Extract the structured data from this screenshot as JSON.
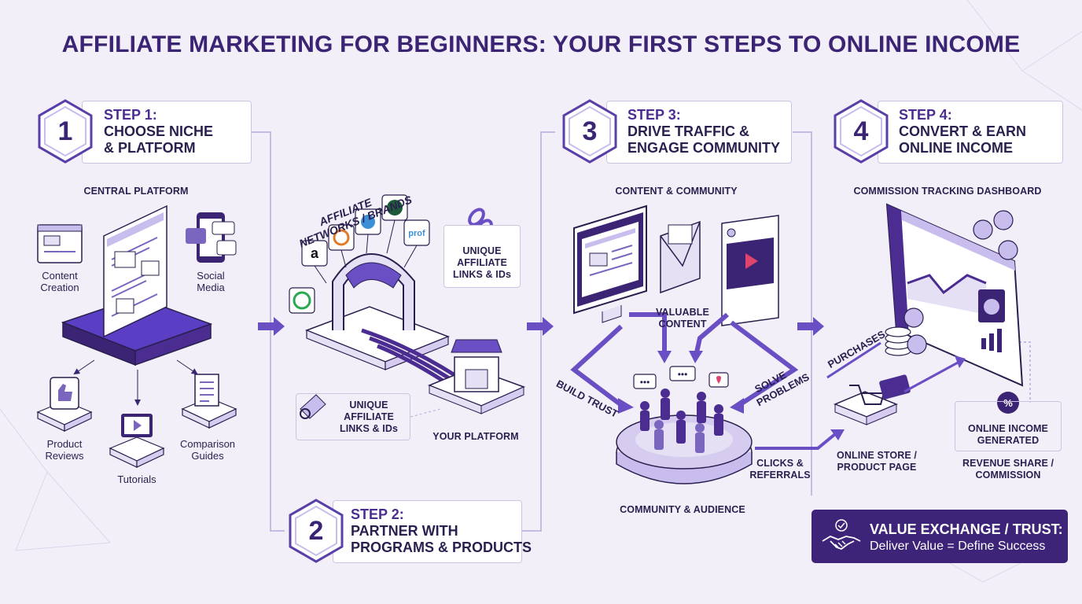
{
  "title": "AFFILIATE MARKETING FOR BEGINNERS: YOUR FIRST STEPS TO ONLINE INCOME",
  "steps": [
    {
      "num": "1",
      "label": "STEP 1:",
      "line1": "CHOOSE NICHE",
      "line2": "& PLATFORM"
    },
    {
      "num": "2",
      "label": "STEP 2:",
      "line1": "PARTNER WITH",
      "line2": "PROGRAMS & PRODUCTS"
    },
    {
      "num": "3",
      "label": "STEP 3:",
      "line1": "DRIVE TRAFFIC &",
      "line2": "ENGAGE COMMUNITY"
    },
    {
      "num": "4",
      "label": "STEP 4:",
      "line1": "CONVERT & EARN",
      "line2": "ONLINE INCOME"
    }
  ],
  "section1": {
    "heading": "CENTRAL PLATFORM",
    "content_creation": [
      "Content",
      "Creation"
    ],
    "social_media": [
      "Social",
      "Media"
    ],
    "product_reviews": [
      "Product",
      "Reviews"
    ],
    "tutorials": "Tutorials",
    "comparison_guides": [
      "Comparison",
      "Guides"
    ]
  },
  "section2": {
    "networks": [
      "AFFILIATE",
      "NETWORKS / BRANDS"
    ],
    "unique_links_top": [
      "UNIQUE",
      "AFFILIATE",
      "LINKS & IDs"
    ],
    "unique_links_bottom": [
      "UNIQUE",
      "AFFILIATE",
      "LINKS & IDs"
    ],
    "your_platform": "YOUR PLATFORM"
  },
  "section3": {
    "heading": "CONTENT & COMMUNITY",
    "valuable_content": [
      "VALUABLE",
      "CONTENT"
    ],
    "build_trust": "BUILD TRUST",
    "solve_problems": [
      "SOLVE",
      "PROBLEMS"
    ],
    "community": "COMMUNITY & AUDIENCE",
    "clicks": [
      "CLICKS &",
      "REFERRALS"
    ]
  },
  "section4": {
    "heading": "COMMISSION TRACKING DASHBOARD",
    "purchases": "PURCHASES",
    "store": [
      "ONLINE STORE /",
      "PRODUCT PAGE"
    ],
    "income": [
      "ONLINE INCOME",
      "GENERATED"
    ],
    "revenue": [
      "REVENUE SHARE /",
      "COMMISSION"
    ]
  },
  "value": {
    "title": "VALUE EXCHANGE / TRUST:",
    "subtitle": "Deliver Value = Define Success"
  },
  "colors": {
    "primary": "#3b2474",
    "accent": "#6a4fc4",
    "light_accent": "#c9bdee",
    "background": "#f2eff8"
  }
}
